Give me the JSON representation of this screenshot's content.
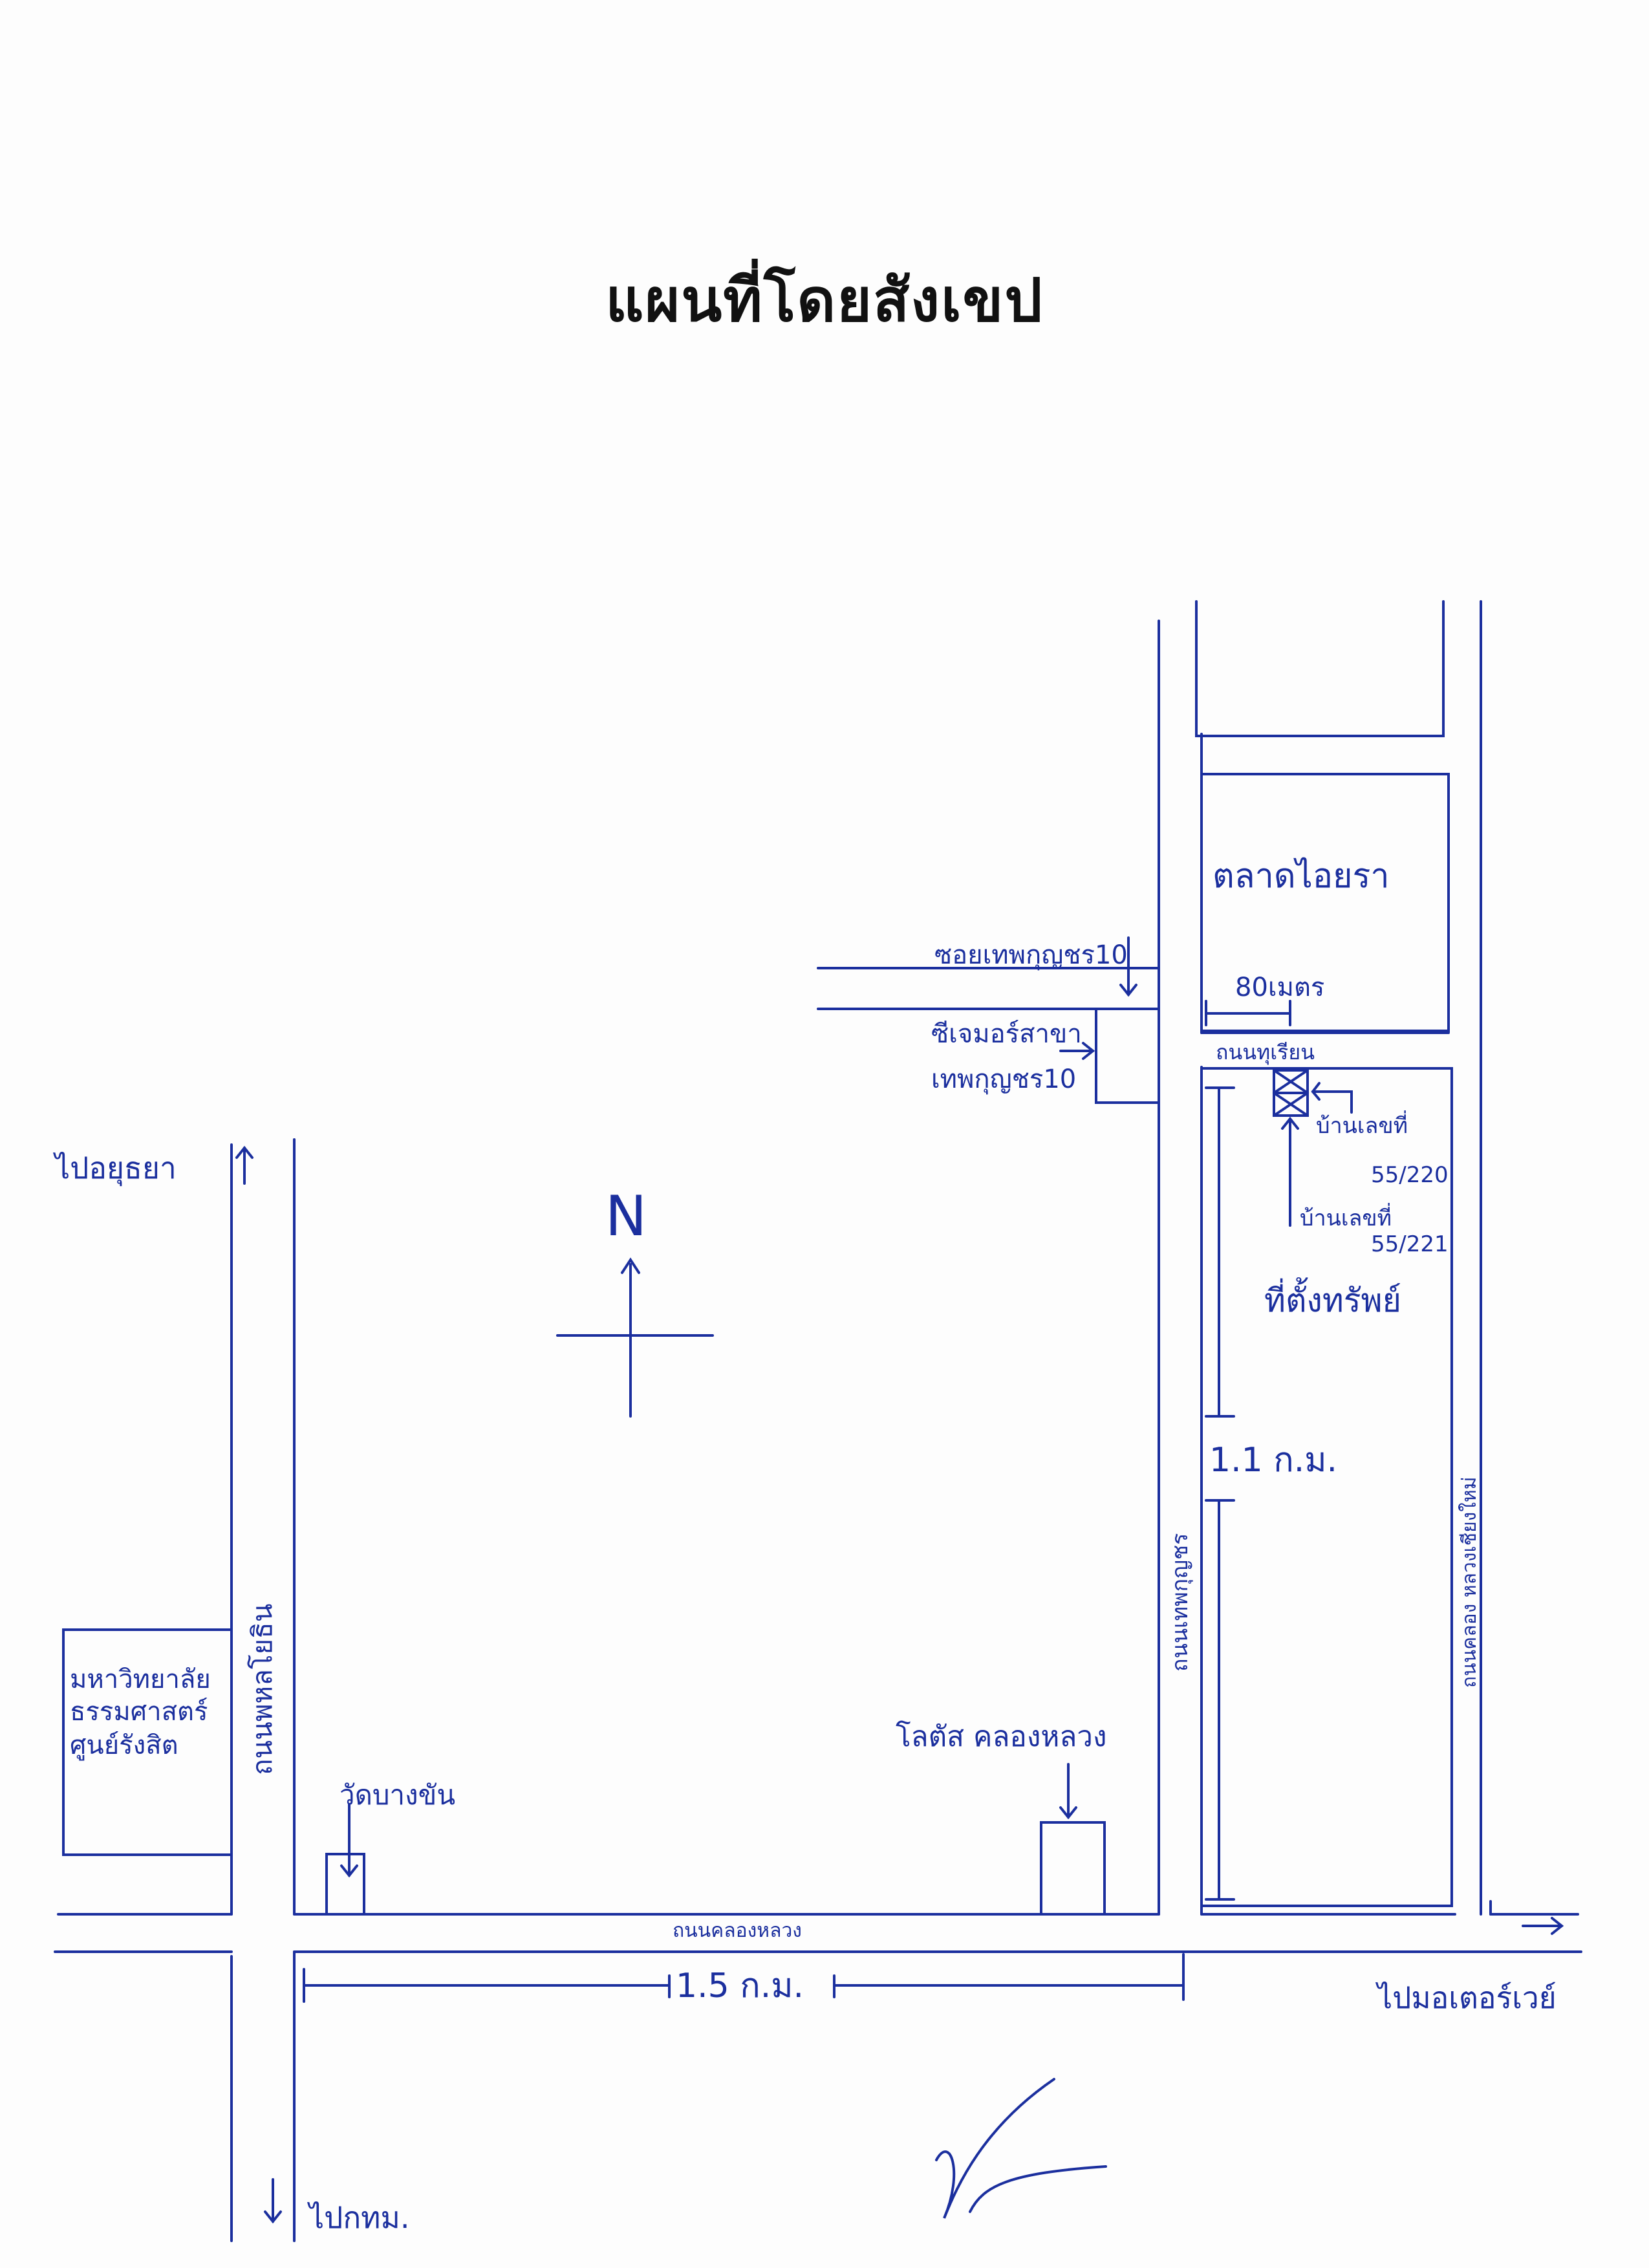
{
  "title": "แผนที่โดยสังเขป",
  "ink_color": "#1b2f9e",
  "compass": {
    "north_label": "N"
  },
  "labels": {
    "to_ayutthaya": "ไปอยุธยา",
    "to_bangkok": "ไปกทม.",
    "to_motorway": "ไปมอเตอร์เวย์",
    "phahonyothin_road": "ถนนพหลโยธิน",
    "khlong_luang_road": "ถนนคลองหลวง",
    "thepkunchon_road": "ถนนเทพกุญชร",
    "khlong_luang_new_road": "ถนนคลอง หลวงเชียงใหม่",
    "durian_road": "ถนนทุเรียน",
    "soi_thepkunchon_10": "ซอยเทพกุญชร10",
    "cj_more_branch_line1": "ซีเจมอร์สาขา",
    "cj_more_branch_line2": "เทพกุญชร10",
    "talad_aiyara": "ตลาดไอยรา",
    "eighty_meters": "80เมตร",
    "house_no_label_1": "บ้านเลขที่",
    "house_no_value_1": "55/220",
    "house_no_label_2": "บ้านเลขที่",
    "house_no_value_2": "55/221",
    "property_location": "ที่ตั้งทรัพย์",
    "distance_1_1km": "1.1 ก.ม.",
    "distance_1_5km": "1.5 ก.ม.",
    "university_line1": "มหาวิทยาลัย",
    "university_line2": "ธรรมศาสตร์",
    "university_line3": "ศูนย์รังสิต",
    "wat_bang_khan": "วัดบางขัน",
    "lotus_khlong_luang": "โลตัส คลองหลวง"
  }
}
